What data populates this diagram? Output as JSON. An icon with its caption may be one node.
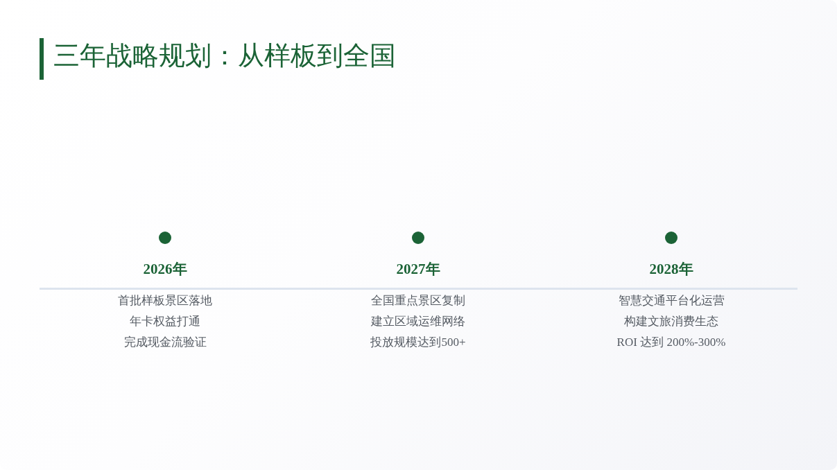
{
  "diagram": {
    "title": "三年战略规划：从样板到全国",
    "nodes": [
      {
        "text": [],
        "shape": "circle"
      },
      {
        "text": [
          "2026年",
          "首批样板景区落地",
          "年卡权益打通",
          "完成现金流验证"
        ]
      },
      {
        "text": [],
        "shape": "circle"
      },
      {
        "text": [
          "2027年",
          "全国重点景区复制",
          "建立区域运维网络",
          "投放规模达到500+"
        ]
      },
      {
        "text": [],
        "shape": "circle"
      },
      {
        "text": [
          "2028年",
          "智慧交通平台化运营",
          "构建文旅消费生态",
          "ROI 达到 200%-300%"
        ]
      }
    ],
    "edges": []
  }
}
